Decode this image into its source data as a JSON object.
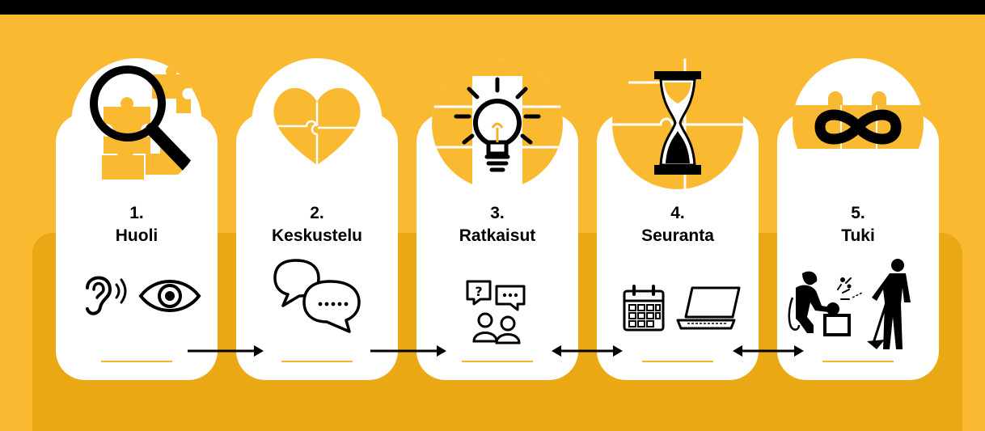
{
  "steps": [
    {
      "number": "1.",
      "title": "Huoli",
      "image_icon": "magnifier-puzzle-icon",
      "small_icons": [
        "ear-icon",
        "eye-icon"
      ]
    },
    {
      "number": "2.",
      "title": "Keskustelu",
      "image_icon": "puzzle-heart-icon",
      "small_icons": [
        "speech-bubbles-icon"
      ]
    },
    {
      "number": "3.",
      "title": "Ratkaisut",
      "image_icon": "lightbulb-puzzle-icon",
      "small_icons": [
        "people-talking-icon"
      ]
    },
    {
      "number": "4.",
      "title": "Seuranta",
      "image_icon": "hourglass-puzzle-icon",
      "small_icons": [
        "calendar-icon",
        "laptop-icon"
      ]
    },
    {
      "number": "5.",
      "title": "Tuki",
      "image_icon": "infinity-puzzle-icon",
      "small_icons": [
        "welder-icon",
        "cleaner-icon"
      ]
    }
  ],
  "connectors": [
    "one-way",
    "one-way",
    "two-way",
    "two-way"
  ],
  "colors": {
    "background": "#f9b930",
    "panel": "#e9a814",
    "card": "#ffffff",
    "accent": "#f2b42c",
    "ink": "#000000"
  }
}
